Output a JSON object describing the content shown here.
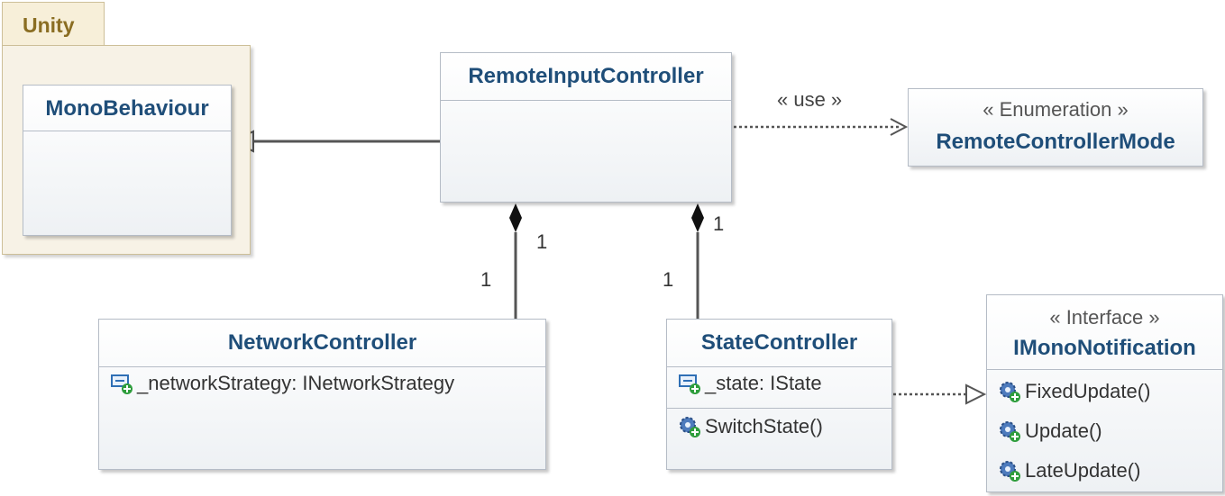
{
  "package": {
    "name": "Unity"
  },
  "classes": {
    "mono_behaviour": {
      "name": "MonoBehaviour"
    },
    "remote_input_controller": {
      "name": "RemoteInputController"
    },
    "remote_controller_mode": {
      "stereotype": "« Enumeration »",
      "name": "RemoteControllerMode"
    },
    "network_controller": {
      "name": "NetworkController",
      "attributes": [
        "_networkStrategy: INetworkStrategy"
      ]
    },
    "state_controller": {
      "name": "StateController",
      "attributes": [
        "_state: IState"
      ],
      "operations": [
        "SwitchState()"
      ]
    },
    "imono_notification": {
      "stereotype": "« Interface »",
      "name": "IMonoNotification",
      "operations": [
        "FixedUpdate()",
        "Update()",
        "LateUpdate()"
      ]
    }
  },
  "edges": {
    "use_label": "« use »",
    "network_whole_mult": "1",
    "network_part_mult": "1",
    "state_whole_mult": "1",
    "state_part_mult": "1"
  },
  "colors": {
    "class_title": "#1f4e79",
    "package_title": "#8a6d22",
    "package_fill": "#f7f2e6"
  },
  "icons": {
    "attribute": "field-plus-icon",
    "operation": "gear-plus-icon"
  }
}
